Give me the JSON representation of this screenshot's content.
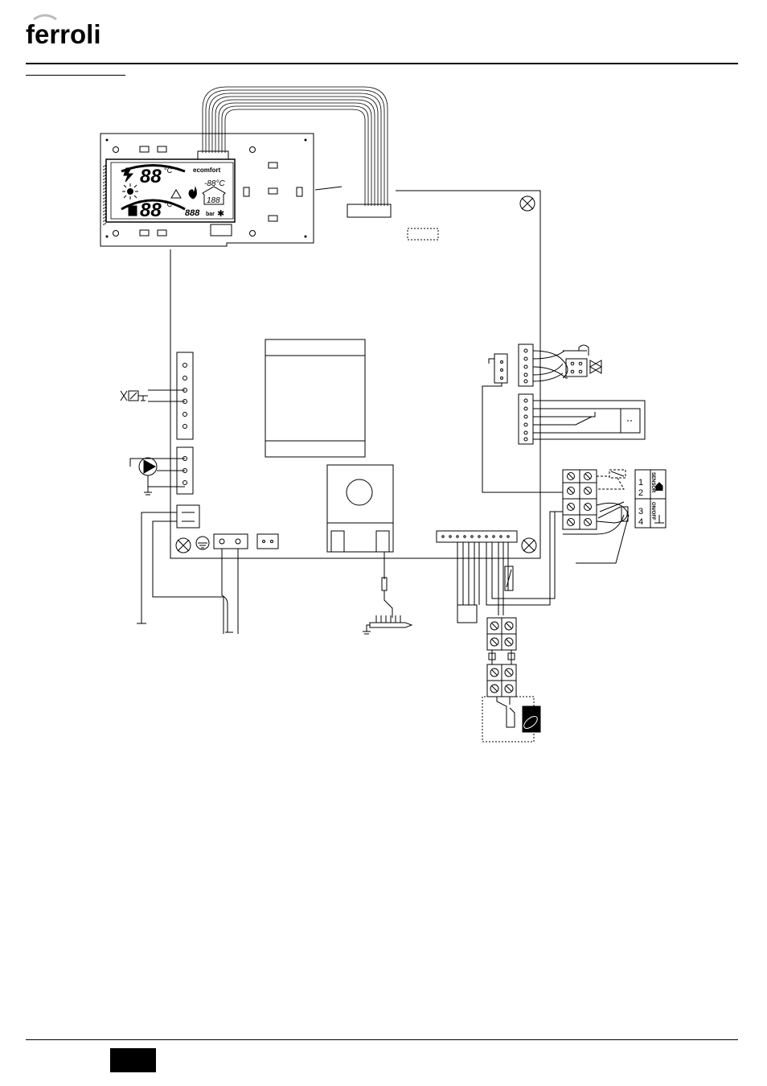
{
  "brand": {
    "name": "ferroli",
    "color": "#000000"
  },
  "display": {
    "digits_top": "88",
    "digits_bottom": "88",
    "unit": "°C",
    "eco_label": "ecomfort",
    "small_temp": "-88°C",
    "small_digits": "888",
    "pressure_unit": "bar",
    "gauge_digits": "188"
  },
  "terminal_block": {
    "labels": [
      "1",
      "2",
      "3",
      "4"
    ],
    "sensor_label": "SENSOR",
    "onoff_label": "ON/OFF"
  },
  "icons": [
    "ferroli-logo",
    "screw-icon",
    "ground-icon",
    "pump-icon",
    "valve-icon",
    "flame-icon",
    "radiator-icon",
    "warning-icon",
    "snowflake-icon",
    "sun-icon",
    "tap-icon",
    "thermostat-icon"
  ]
}
